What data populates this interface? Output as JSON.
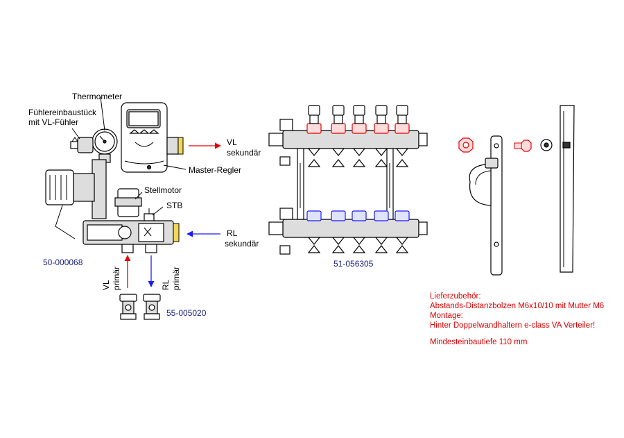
{
  "labels": {
    "thermometer": "Thermometer",
    "sensor_1": "Fühlereinbaustück",
    "sensor_2": "mit VL-Fühler",
    "vl_sekundar_1": "VL",
    "vl_sekundar_2": "sekundär",
    "master_regler": "Master-Regler",
    "stellmotor": "Stellmotor",
    "stb": "STB",
    "rl_sekundar_1": "RL",
    "rl_sekundar_2": "sekundär",
    "vl_primar_1": "VL",
    "vl_primar_2": "primär",
    "rl_primar_1": "RL",
    "rl_primar_2": "primär"
  },
  "codes": {
    "station": "50-000068",
    "manifold": "51-056305",
    "valves": "55-005020"
  },
  "notes": {
    "line1": "Lieferzubehör:",
    "line2": "Abstands-Distanzbolzen M6x10/10 mit Mutter M6",
    "line3": "Montage:",
    "line4": "Hinter Doppelwandhaltern e-class VA Verteiler!",
    "line5": "Mindesteinbautiefe 110 mm"
  },
  "colors": {
    "supply": "#e00000",
    "return": "#1a1aff",
    "code_text": "#1a237e",
    "note_text": "#e00000"
  }
}
